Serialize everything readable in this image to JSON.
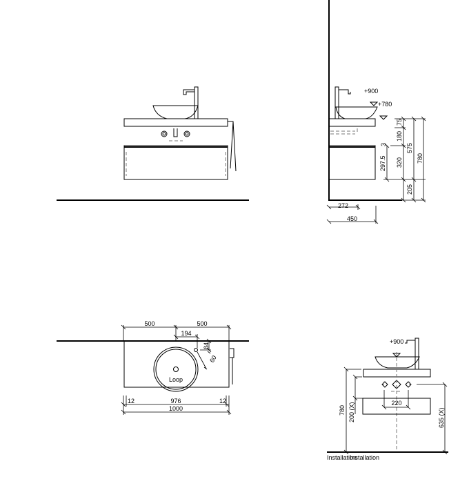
{
  "front_view": {},
  "side_view": {
    "levels": {
      "faucet": "+900",
      "basin": "+780"
    },
    "dims": {
      "d75": "75",
      "d180": "180",
      "d3": "3",
      "d297": "297.5",
      "d320": "320",
      "d575": "575",
      "d205": "205",
      "d780": "780",
      "d272": "272",
      "d450": "450"
    }
  },
  "plan_view": {
    "basin_label": "Loop",
    "dims": {
      "left500": "500",
      "right500": "500",
      "d194": "194",
      "d84": "84",
      "d60": "60",
      "d12a": "12",
      "d976": "976",
      "d12b": "12",
      "d1000": "1000"
    }
  },
  "installation_view": {
    "level": "+900",
    "dims": {
      "d780": "780",
      "d200": "200 (X)",
      "d220": "220",
      "d635": "635 (X)"
    },
    "labels": [
      "Installation",
      "Installation"
    ]
  }
}
